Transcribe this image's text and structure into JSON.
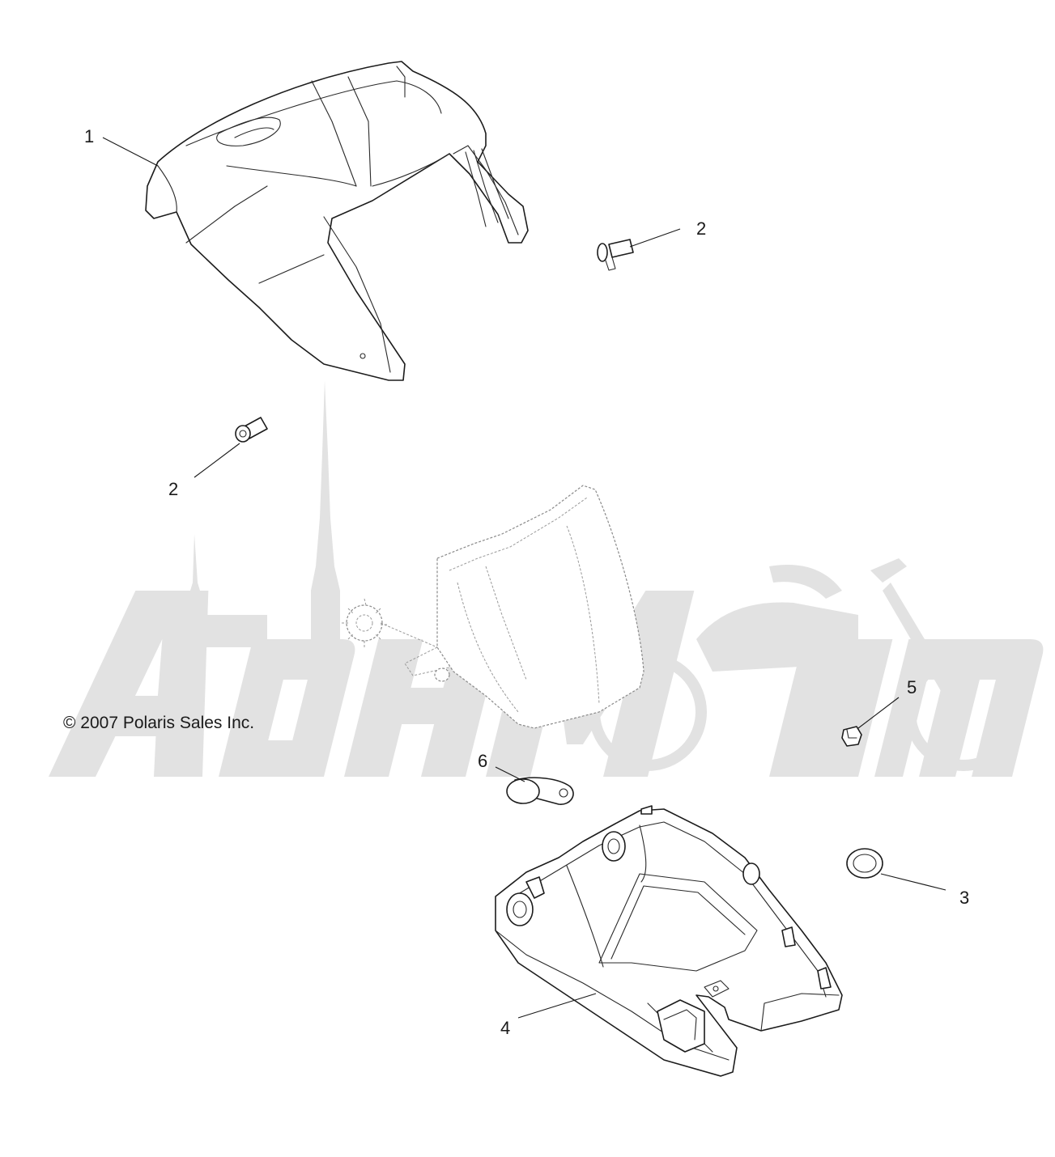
{
  "diagram": {
    "copyright": "© 2007 Polaris Sales Inc.",
    "watermark_text": "AohMoto",
    "callouts": [
      {
        "id": "c1",
        "label": "1"
      },
      {
        "id": "c2a",
        "label": "2"
      },
      {
        "id": "c2b",
        "label": "2"
      },
      {
        "id": "c3",
        "label": "3"
      },
      {
        "id": "c4",
        "label": "4"
      },
      {
        "id": "c5",
        "label": "5"
      },
      {
        "id": "c6",
        "label": "6"
      }
    ]
  }
}
